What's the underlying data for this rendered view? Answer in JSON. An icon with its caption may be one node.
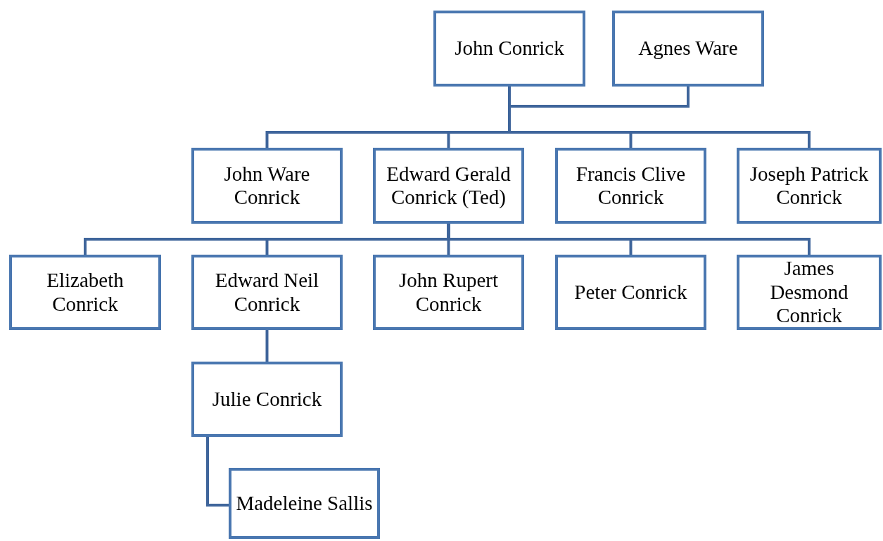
{
  "diagram": {
    "nodes": [
      {
        "text": [
          "John Conrick"
        ]
      },
      {
        "text": [
          "Agnes Ware"
        ]
      },
      {
        "text": [
          "John Ware Conrick"
        ]
      },
      {
        "text": [
          "Edward Gerald Conrick (Ted)"
        ]
      },
      {
        "text": [
          "Francis Clive Conrick"
        ]
      },
      {
        "text": [
          "Joseph Patrick Conrick"
        ]
      },
      {
        "text": [
          "Elizabeth Conrick"
        ]
      },
      {
        "text": [
          "Edward Neil Conrick"
        ]
      },
      {
        "text": [
          "John Rupert Conrick"
        ]
      },
      {
        "text": [
          "Peter Conrick"
        ]
      },
      {
        "text": [
          "James Desmond Conrick"
        ]
      },
      {
        "text": [
          "Julie Conrick"
        ]
      },
      {
        "text": [
          "Madeleine Sallis"
        ]
      }
    ],
    "edges": [
      {
        "from": 0,
        "to": 1,
        "arrow": "none"
      },
      {
        "from": 0,
        "to": 2,
        "arrow": "none"
      },
      {
        "from": 0,
        "to": 3,
        "arrow": "none"
      },
      {
        "from": 0,
        "to": 4,
        "arrow": "none"
      },
      {
        "from": 0,
        "to": 5,
        "arrow": "none"
      },
      {
        "from": 3,
        "to": 6,
        "arrow": "none"
      },
      {
        "from": 3,
        "to": 7,
        "arrow": "none"
      },
      {
        "from": 3,
        "to": 8,
        "arrow": "none"
      },
      {
        "from": 3,
        "to": 9,
        "arrow": "none"
      },
      {
        "from": 3,
        "to": 10,
        "arrow": "none"
      },
      {
        "from": 7,
        "to": 11,
        "arrow": "none"
      },
      {
        "from": 11,
        "to": 12,
        "arrow": "none"
      }
    ]
  }
}
